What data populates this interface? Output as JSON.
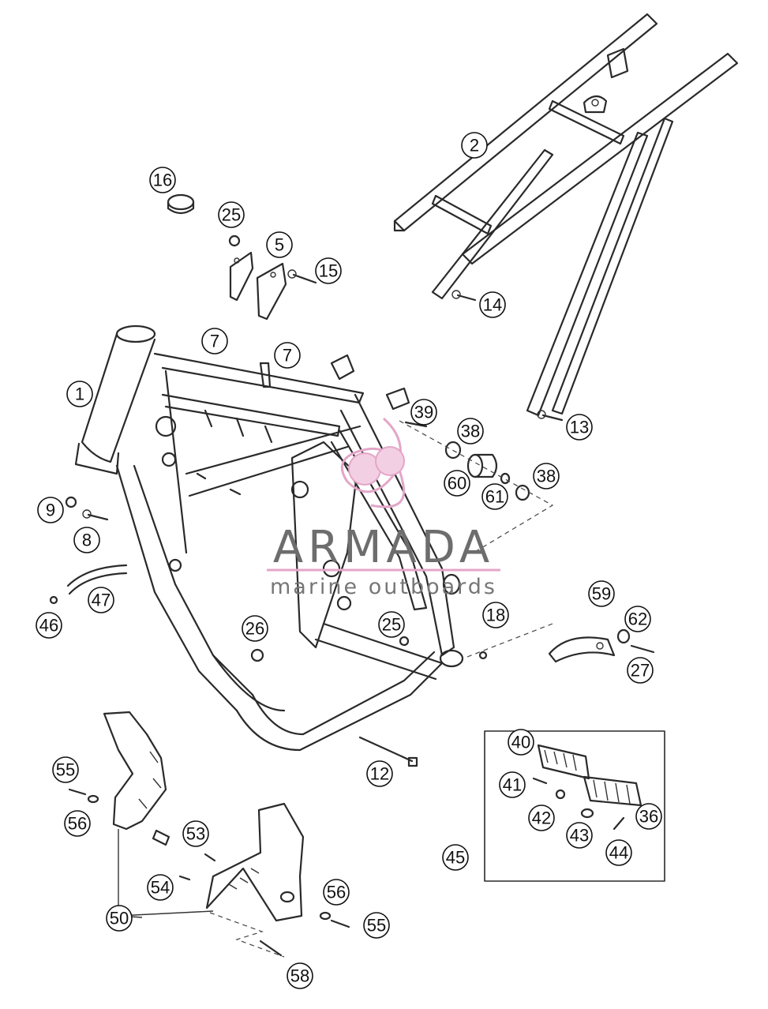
{
  "labels": [
    {
      "id": "l1",
      "text": "1"
    },
    {
      "id": "l2",
      "text": "2"
    },
    {
      "id": "l5",
      "text": "5"
    },
    {
      "id": "l7a",
      "text": "7"
    },
    {
      "id": "l7b",
      "text": "7"
    },
    {
      "id": "l8",
      "text": "8"
    },
    {
      "id": "l9",
      "text": "9"
    },
    {
      "id": "l12",
      "text": "12"
    },
    {
      "id": "l13",
      "text": "13"
    },
    {
      "id": "l14",
      "text": "14"
    },
    {
      "id": "l15",
      "text": "15"
    },
    {
      "id": "l16",
      "text": "16"
    },
    {
      "id": "l18",
      "text": "18"
    },
    {
      "id": "l25a",
      "text": "25"
    },
    {
      "id": "l25b",
      "text": "25"
    },
    {
      "id": "l26",
      "text": "26"
    },
    {
      "id": "l27",
      "text": "27"
    },
    {
      "id": "l36",
      "text": "36"
    },
    {
      "id": "l38a",
      "text": "38"
    },
    {
      "id": "l38b",
      "text": "38"
    },
    {
      "id": "l39",
      "text": "39"
    },
    {
      "id": "l40",
      "text": "40"
    },
    {
      "id": "l41",
      "text": "41"
    },
    {
      "id": "l42",
      "text": "42"
    },
    {
      "id": "l43",
      "text": "43"
    },
    {
      "id": "l44",
      "text": "44"
    },
    {
      "id": "l45",
      "text": "45"
    },
    {
      "id": "l46",
      "text": "46"
    },
    {
      "id": "l47",
      "text": "47"
    },
    {
      "id": "l50",
      "text": "50"
    },
    {
      "id": "l53",
      "text": "53"
    },
    {
      "id": "l54",
      "text": "54"
    },
    {
      "id": "l55a",
      "text": "55"
    },
    {
      "id": "l55b",
      "text": "55"
    },
    {
      "id": "l56a",
      "text": "56"
    },
    {
      "id": "l56b",
      "text": "56"
    },
    {
      "id": "l58",
      "text": "58"
    },
    {
      "id": "l59",
      "text": "59"
    },
    {
      "id": "l60",
      "text": "60"
    },
    {
      "id": "l61",
      "text": "61"
    },
    {
      "id": "l62",
      "text": "62"
    }
  ],
  "watermark": {
    "title": "ARMADA",
    "subtitle": "marine outboards",
    "accent_color": "#e3a6c8"
  }
}
